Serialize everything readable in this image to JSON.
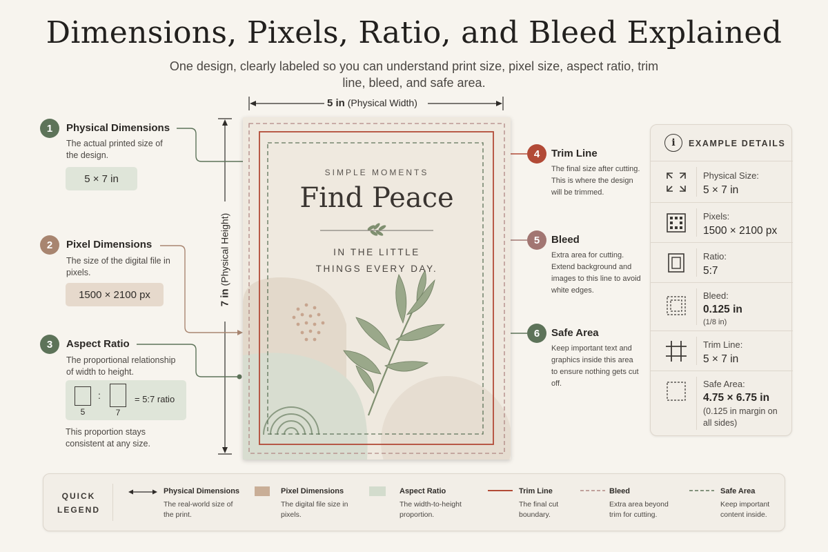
{
  "header": {
    "title": "Dimensions, Pixels, Ratio, and Bleed Explained",
    "subtitle": "One design, clearly labeled so you can understand print size, pixel size, aspect ratio, trim line, bleed, and safe area."
  },
  "dimensions": {
    "width_value": "5 in",
    "width_note": "(Physical Width)",
    "height_value": "7 in",
    "height_note": "(Physical Height)"
  },
  "callouts": [
    {
      "num": "1",
      "title": "Physical Dimensions",
      "desc": "The actual printed size of the design.",
      "value": "5 × 7 in"
    },
    {
      "num": "2",
      "title": "Pixel Dimensions",
      "desc": "The size of the digital file in pixels.",
      "value": "1500 × 2100 px"
    },
    {
      "num": "3",
      "title": "Aspect Ratio",
      "desc": "The proportional relationship of width to height.",
      "box_a": "5",
      "box_b": "7",
      "colon": ":",
      "ratio_text": "= 5:7 ratio",
      "note": "This proportion stays consistent at any size."
    },
    {
      "num": "4",
      "title": "Trim Line",
      "desc": "The final size after cutting. This is where the design will be trimmed."
    },
    {
      "num": "5",
      "title": "Bleed",
      "desc": "Extra area for cutting. Extend background and images to this line to avoid white edges."
    },
    {
      "num": "6",
      "title": "Safe Area",
      "desc": "Keep important text and graphics inside this area to ensure nothing gets cut off."
    }
  ],
  "card": {
    "kicker": "SIMPLE MOMENTS",
    "headline": "Find Peace",
    "line1": "IN THE LITTLE",
    "line2": "THINGS EVERY DAY."
  },
  "details": {
    "heading": "EXAMPLE DETAILS",
    "info_glyph": "i",
    "rows": [
      {
        "icon": "expand-arrows-icon",
        "label": "Physical Size:",
        "value": "5 × 7 in"
      },
      {
        "icon": "pixel-grid-icon",
        "label": "Pixels:",
        "value": "1500 × 2100 px"
      },
      {
        "icon": "ratio-frame-icon",
        "label": "Ratio:",
        "value": "5:7"
      },
      {
        "icon": "bleed-dashed-icon",
        "label": "Bleed:",
        "value": "0.125 in",
        "note": "(1/8 in)"
      },
      {
        "icon": "trim-crop-icon",
        "label": "Trim Line:",
        "value": "5 × 7 in"
      },
      {
        "icon": "safe-area-dashed-icon",
        "label": "Safe Area:",
        "value": "4.75 × 6.75 in",
        "note": "(0.125 in margin on all sides)"
      }
    ]
  },
  "legend": {
    "title": "QUICK LEGEND",
    "items": [
      {
        "name": "Physical Dimensions",
        "desc": "The real-world size of the print.",
        "marker": "double-arrow"
      },
      {
        "name": "Pixel Dimensions",
        "desc": "The digital file size in pixels.",
        "marker": "swatch",
        "color": "#c9ae97"
      },
      {
        "name": "Aspect Ratio",
        "desc": "The width-to-height proportion.",
        "marker": "swatch",
        "color": "#d3dccd"
      },
      {
        "name": "Trim Line",
        "desc": "The final cut boundary.",
        "marker": "solid-line",
        "color": "#b24a36"
      },
      {
        "name": "Bleed",
        "desc": "Extra area beyond trim for cutting.",
        "marker": "dashed-line",
        "color": "#b08784"
      },
      {
        "name": "Safe Area",
        "desc": "Keep important content inside.",
        "marker": "dashed-line",
        "color": "#5d7359"
      }
    ]
  },
  "colors": {
    "green": "#5d7359",
    "brown": "#a88570",
    "trim_red": "#b24a36",
    "bleed_mauve": "#b08784",
    "pixel_swatch": "#e6d9cc",
    "ratio_swatch": "#dfe5d9"
  }
}
